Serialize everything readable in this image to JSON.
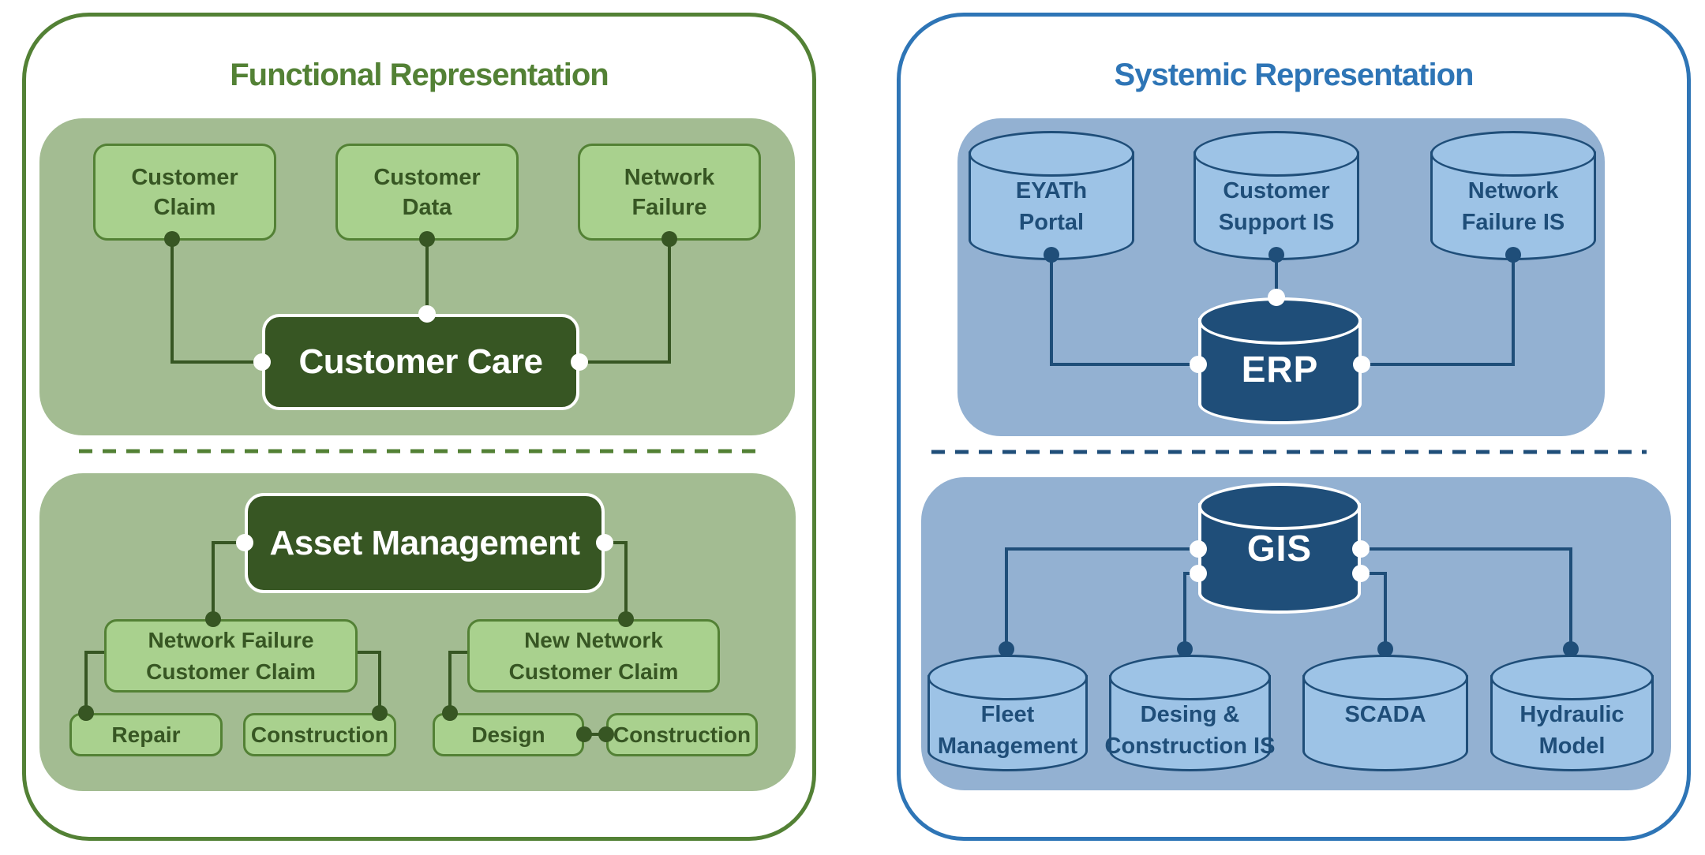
{
  "colors": {
    "green_accent": "#538135",
    "green_dark": "#375623",
    "green_light": "#a9d18e",
    "green_panel": "#a3bc92",
    "blue_accent": "#2e75b6",
    "blue_dark": "#1f4e79",
    "blue_light": "#9dc3e6",
    "blue_panel": "#93b1d2",
    "white": "#ffffff"
  },
  "functional": {
    "title": "Functional Representation",
    "inputs": [
      {
        "label": "Customer\nClaim"
      },
      {
        "label": "Customer\nData"
      },
      {
        "label": "Network\nFailure"
      }
    ],
    "hub": {
      "label": "Customer Care"
    },
    "asset_hub": {
      "label": "Asset Management"
    },
    "claims": [
      {
        "label": "Network Failure\nCustomer Claim"
      },
      {
        "label": "New Network\nCustomer Claim"
      }
    ],
    "tasks": [
      {
        "label": "Repair"
      },
      {
        "label": "Construction"
      },
      {
        "label": "Design"
      },
      {
        "label": "Construction"
      }
    ]
  },
  "systemic": {
    "title": "Systemic Representation",
    "systems": [
      {
        "label": "EYATh\nPortal"
      },
      {
        "label": "Customer\nSupport IS"
      },
      {
        "label": "Network\nFailure IS"
      }
    ],
    "erp": {
      "label": "ERP"
    },
    "gis": {
      "label": "GIS"
    },
    "subsystems": [
      {
        "label": "Fleet\nManagement"
      },
      {
        "label": "Desing &\nConstruction IS"
      },
      {
        "label": "SCADA"
      },
      {
        "label": "Hydraulic\nModel"
      }
    ]
  }
}
